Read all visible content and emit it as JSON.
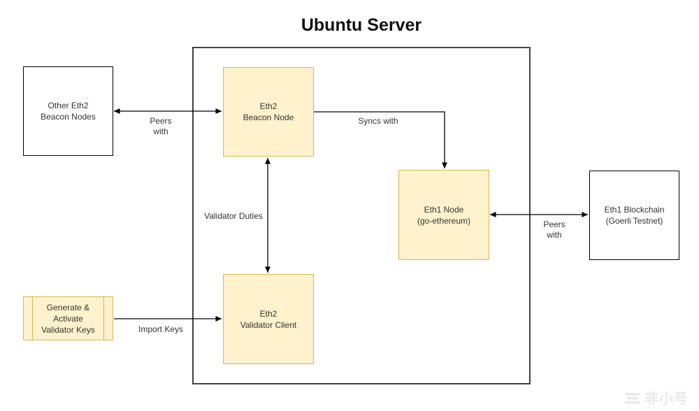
{
  "title": "Ubuntu Server",
  "colors": {
    "node_fill": "#FFF2CC",
    "node_border": "#D6B656",
    "plain_fill": "#FFFFFF",
    "plain_border": "#000000",
    "container_border": "#424242",
    "arrow": "#000000",
    "label_text": "#333333",
    "watermark": "#E9E9E9"
  },
  "nodes": {
    "other_beacon": {
      "label": "Other Eth2\nBeacon Nodes"
    },
    "beacon": {
      "label": "Eth2\nBeacon Node"
    },
    "eth1": {
      "label": "Eth1 Node\n(go-ethereum)"
    },
    "validator": {
      "label": "Eth2\nValidator Client"
    },
    "keys": {
      "label": "Generate &\nActivate\nValidator Keys"
    },
    "blockchain": {
      "label": "Eth1 Blockchain\n(Goerli Testnet)"
    }
  },
  "edges": {
    "peers_left": {
      "label": "Peers\nwith"
    },
    "syncs_with": {
      "label": "Syncs with"
    },
    "validator_duties": {
      "label": "Validator Duties"
    },
    "import_keys": {
      "label": "Import Keys"
    },
    "peers_right": {
      "label": "Peers\nwith"
    }
  },
  "watermark": {
    "text": "非小号"
  }
}
